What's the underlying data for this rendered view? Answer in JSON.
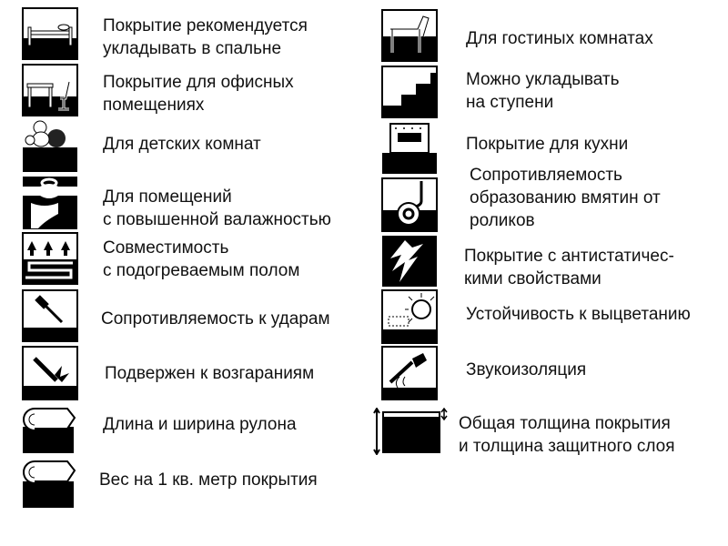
{
  "left": [
    {
      "icon": "bed-icon",
      "lines": [
        "Покрытие рекомендуется",
        "укладывать в спальне"
      ]
    },
    {
      "icon": "office-desk-chair-icon",
      "lines": [
        "Покрытие для офисных",
        "помещениях"
      ]
    },
    {
      "icon": "teddy-bear-toys-icon",
      "lines": [
        "Для детских комнат"
      ]
    },
    {
      "icon": "water-tap-icon",
      "lines": [
        "Для помещений",
        "с повышенной валажностью"
      ]
    },
    {
      "icon": "underfloor-heating-icon",
      "lines": [
        "Совместимость",
        "с подогреваемым полом"
      ]
    },
    {
      "icon": "hammer-impact-icon",
      "lines": [
        "Сопротивляемость к ударам"
      ]
    },
    {
      "icon": "cigarette-burn-icon",
      "lines": [
        "Подвержен к возгараниям"
      ]
    },
    {
      "icon": "roll-dimensions-icon",
      "lines": [
        "Длина и ширина рулона"
      ]
    },
    {
      "icon": "roll-weight-icon",
      "lines": [
        "Вес на 1 кв. метр покрытия"
      ]
    }
  ],
  "right": [
    {
      "icon": "armchair-icon",
      "lines": [
        "Для гостиных комнатах"
      ]
    },
    {
      "icon": "stairs-icon",
      "lines": [
        "Можно укладывать",
        "на ступени"
      ]
    },
    {
      "icon": "kitchen-stove-icon",
      "lines": [
        "Покрытие для кухни"
      ]
    },
    {
      "icon": "castor-wheel-icon",
      "lines": [
        "Сопротивляемость",
        "образованию вмятин от",
        "роликов"
      ]
    },
    {
      "icon": "antistatic-lightning-icon",
      "lines": [
        "Покрытие с антистатичес-",
        "кими свойствами"
      ]
    },
    {
      "icon": "sun-fade-resistance-icon",
      "lines": [
        "Устойчивость к выцветанию"
      ]
    },
    {
      "icon": "sound-insulation-icon",
      "lines": [
        "Звукоизоляция"
      ]
    },
    {
      "icon": "thickness-icon",
      "lines": [
        "Общая толщина покрытия",
        "и толщина защитного слоя"
      ]
    }
  ]
}
